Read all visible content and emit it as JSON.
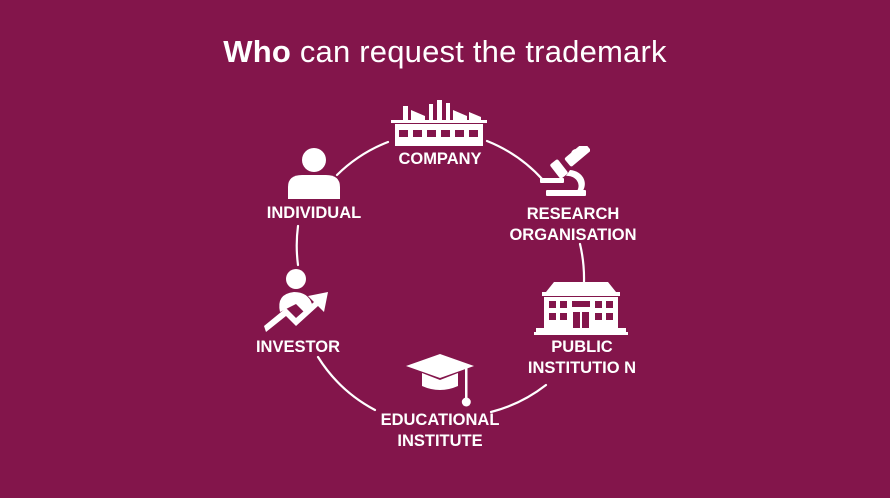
{
  "title": {
    "bold": "Who",
    "rest": " can request the trademark"
  },
  "colors": {
    "background": "#83154b",
    "foreground": "#ffffff"
  },
  "nodes": [
    {
      "id": "company",
      "icon": "factory-icon",
      "lines": [
        "COMPANY"
      ]
    },
    {
      "id": "research",
      "icon": "microscope-icon",
      "lines": [
        "RESEARCH",
        "ORGANISATION"
      ]
    },
    {
      "id": "public",
      "icon": "government-building-icon",
      "lines": [
        "PUBLIC",
        "INSTITUTIO N"
      ]
    },
    {
      "id": "educational",
      "icon": "graduation-cap-icon",
      "lines": [
        "EDUCATIONAL",
        "INSTITUTE"
      ]
    },
    {
      "id": "investor",
      "icon": "investor-growth-icon",
      "lines": [
        "INVESTOR"
      ]
    },
    {
      "id": "individual",
      "icon": "person-icon",
      "lines": [
        "INDIVIDUAL"
      ]
    }
  ]
}
